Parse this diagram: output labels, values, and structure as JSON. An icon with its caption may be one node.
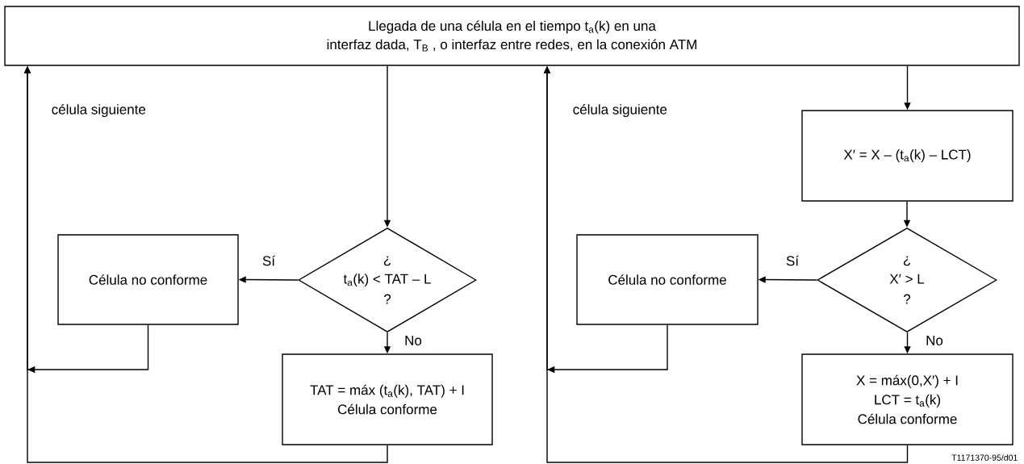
{
  "diagram": {
    "nodes": [
      {
        "text": [
          "Llegada de una célula en el tiempo t$_{a}$(k) en una interfaz dada, T$_{B}$ , o interfaz entre redes, en la conexión ATM"
        ]
      },
      {
        "text": [
          "¿",
          "t$_{a}$(k) < TAT – L",
          "?"
        ]
      },
      {
        "text": [
          "Célula no conforme"
        ]
      },
      {
        "text": [
          "TAT = máx (t$_{a}$(k), TAT) + I",
          "Célula conforme"
        ]
      },
      {
        "text": [
          "X′ = X – (t$_{a}$(k) – LCT)"
        ]
      },
      {
        "text": [
          "¿",
          "X′ > L",
          "?"
        ]
      },
      {
        "text": [
          "Célula no conforme"
        ]
      },
      {
        "text": [
          "X = máx(0,X′) + I",
          "LCT = t$_{a}$(k)",
          "Célula conforme"
        ]
      }
    ],
    "edges": [
      {
        "from": 0,
        "to": 1,
        "arrow": "to"
      },
      {
        "from": 1,
        "to": 2,
        "arrow": "to",
        "label": "Sí"
      },
      {
        "from": 1,
        "to": 3,
        "arrow": "to",
        "label": "No"
      },
      {
        "from": 2,
        "to": 0,
        "arrow": "to"
      },
      {
        "from": 3,
        "to": 0,
        "arrow": "to"
      },
      {
        "from": 0,
        "to": 4,
        "arrow": "to"
      },
      {
        "from": 4,
        "to": 5,
        "arrow": "to"
      },
      {
        "from": 5,
        "to": 6,
        "arrow": "to",
        "label": "Sí"
      },
      {
        "from": 5,
        "to": 7,
        "arrow": "to",
        "label": "No"
      },
      {
        "from": 6,
        "to": 0,
        "arrow": "to"
      },
      {
        "from": 7,
        "to": 0,
        "arrow": "to"
      }
    ],
    "labels": [
      "célula siguiente",
      "célula siguiente",
      "T1171370-95/d01"
    ]
  }
}
